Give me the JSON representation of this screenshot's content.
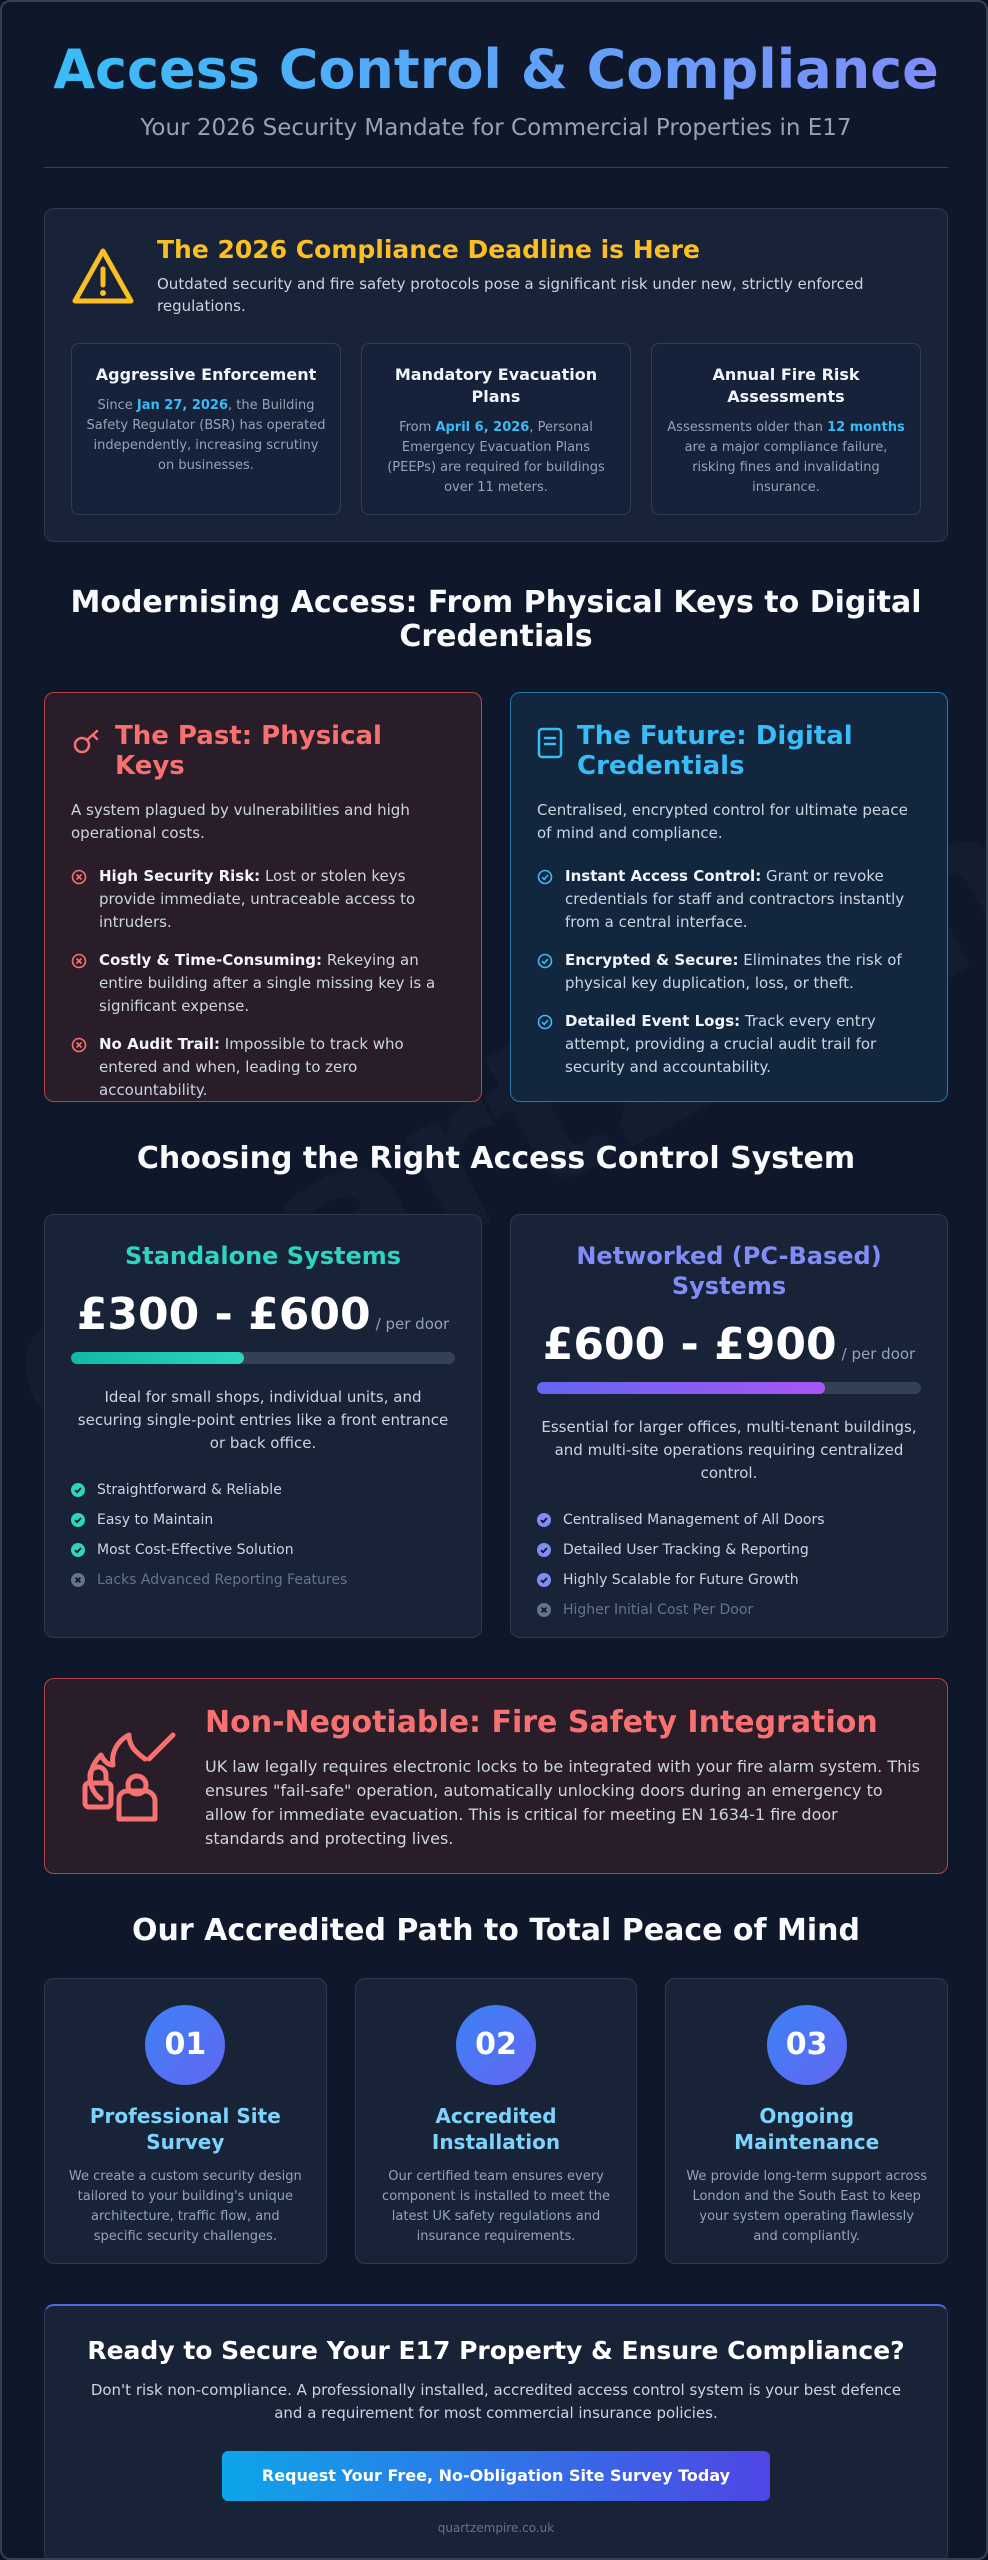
{
  "header": {
    "title": "Access Control & Compliance",
    "subtitle": "Your 2026 Security Mandate for Commercial Properties in E17"
  },
  "deadline": {
    "title": "The 2026 Compliance Deadline is Here",
    "description": "Outdated security and fire safety protocols pose a significant risk under new, strictly enforced regulations.",
    "cards": [
      {
        "title": "Aggressive Enforcement",
        "pre": "Since ",
        "highlight": "Jan 27, 2026",
        "post": ", the Building Safety Regulator (BSR) has operated independently, increasing scrutiny on businesses."
      },
      {
        "title": "Mandatory Evacuation Plans",
        "pre": "From ",
        "highlight": "April 6, 2026",
        "post": ", Personal Emergency Evacuation Plans (PEEPs) are required for buildings over 11 meters."
      },
      {
        "title": "Annual Fire Risk Assessments",
        "pre": "Assessments older than ",
        "highlight": "12 months",
        "post": " are a major compliance failure, risking fines and invalidating insurance."
      }
    ]
  },
  "modernising": {
    "title": "Modernising Access: From Physical Keys to Digital Credentials",
    "past": {
      "title": "The Past: Physical Keys",
      "description": "A system plagued by vulnerabilities and high operational costs.",
      "items": [
        {
          "bold": "High Security Risk:",
          "text": " Lost or stolen keys provide immediate, untraceable access to intruders."
        },
        {
          "bold": "Costly & Time-Consuming:",
          "text": " Rekeying an entire building after a single missing key is a significant expense."
        },
        {
          "bold": "No Audit Trail:",
          "text": " Impossible to track who entered and when, leading to zero accountability."
        }
      ]
    },
    "future": {
      "title": "The Future: Digital Credentials",
      "description": "Centralised, encrypted control for ultimate peace of mind and compliance.",
      "items": [
        {
          "bold": "Instant Access Control:",
          "text": " Grant or revoke credentials for staff and contractors instantly from a central interface."
        },
        {
          "bold": "Encrypted & Secure:",
          "text": " Eliminates the risk of physical key duplication, loss, or theft."
        },
        {
          "bold": "Detailed Event Logs:",
          "text": " Track every entry attempt, providing a crucial audit trail for security and accountability."
        }
      ]
    }
  },
  "systems": {
    "title": "Choosing the Right Access Control System",
    "standalone": {
      "title": "Standalone Systems",
      "price": "£300 - £600",
      "per": "/ per door",
      "bar_fraction": 0.45,
      "color": "#2dd4bf",
      "description": "Ideal for small shops, individual units, and securing single-point entries like a front entrance or back office.",
      "features": [
        {
          "text": "Straightforward & Reliable",
          "included": true
        },
        {
          "text": "Easy to Maintain",
          "included": true
        },
        {
          "text": "Most Cost-Effective Solution",
          "included": true
        },
        {
          "text": "Lacks Advanced Reporting Features",
          "included": false
        }
      ]
    },
    "networked": {
      "title": "Networked (PC-Based) Systems",
      "price": "£600 - £900",
      "per": "/ per door",
      "bar_fraction": 0.75,
      "color": "#818cf8",
      "description": "Essential for larger offices, multi-tenant buildings, and multi-site operations requiring centralized control.",
      "features": [
        {
          "text": "Centralised Management of All Doors",
          "included": true
        },
        {
          "text": "Detailed User Tracking & Reporting",
          "included": true
        },
        {
          "text": "Highly Scalable for Future Growth",
          "included": true
        },
        {
          "text": "Higher Initial Cost Per Door",
          "included": false
        }
      ]
    }
  },
  "fire": {
    "title": "Non-Negotiable: Fire Safety Integration",
    "description": "UK law legally requires electronic locks to be integrated with your fire alarm system. This ensures \"fail-safe\" operation, automatically unlocking doors during an emergency to allow for immediate evacuation. This is critical for meeting EN 1634-1 fire door standards and protecting lives."
  },
  "path": {
    "title": "Our Accredited Path to Total Peace of Mind",
    "steps": [
      {
        "num": "01",
        "title": "Professional Site Survey",
        "description": "We create a custom security design tailored to your building's unique architecture, traffic flow, and specific security challenges."
      },
      {
        "num": "02",
        "title": "Accredited Installation",
        "description": "Our certified team ensures every component is installed to meet the latest UK safety regulations and insurance requirements."
      },
      {
        "num": "03",
        "title": "Ongoing Maintenance",
        "description": "We provide long-term support across London and the South East to keep your system operating flawlessly and compliantly."
      }
    ]
  },
  "cta": {
    "title": "Ready to Secure Your E17 Property & Ensure Compliance?",
    "description": "Don't risk non-compliance. A professionally installed, accredited access control system is your best defence and a requirement for most commercial insurance policies.",
    "button": "Request Your Free, No-Obligation Site Survey Today",
    "footer": "quartzempire.co.uk"
  },
  "watermark": "quartzempire.co.uk",
  "colors": {
    "accent_blue": "#38bdf8",
    "accent_indigo": "#818cf8",
    "warning": "#fbbf24",
    "danger": "#f87171",
    "teal": "#2dd4bf"
  }
}
